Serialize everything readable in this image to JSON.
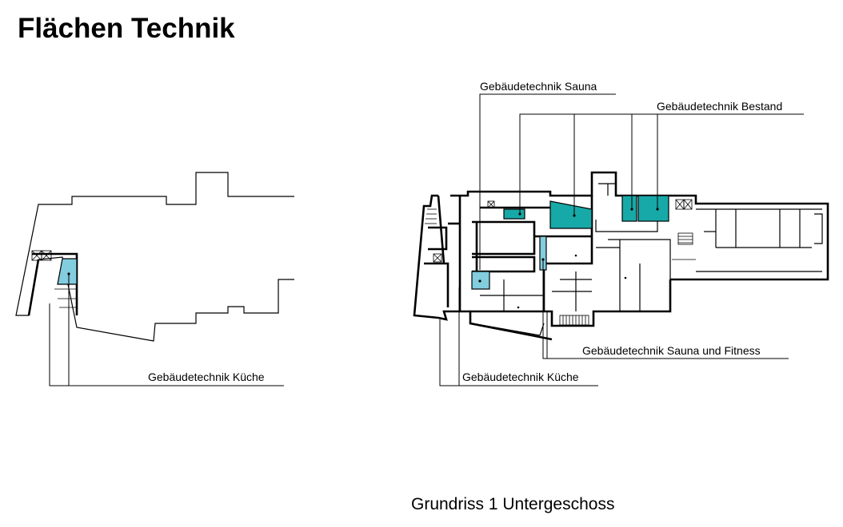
{
  "title": "Flächen Technik",
  "caption": "Grundriss 1 Untergeschoss",
  "colors": {
    "technik_light": "#82cdde",
    "technik_dark": "#17a9a8"
  },
  "left_plan": {
    "labels": {
      "kueche": "Gebäudetechnik Küche"
    }
  },
  "right_plan": {
    "labels": {
      "sauna": "Gebäudetechnik Sauna",
      "bestand": "Gebäudetechnik Bestand",
      "sauna_fitness": "Gebäudetechnik Sauna und Fitness",
      "kueche": "Gebäudetechnik Küche"
    }
  }
}
